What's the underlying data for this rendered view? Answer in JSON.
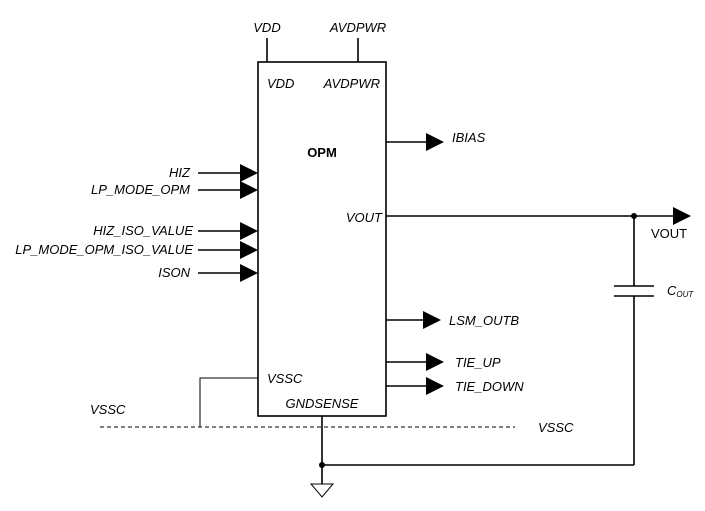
{
  "block": {
    "name": "OPM",
    "pins": {
      "vdd": "VDD",
      "avdpwr": "AVDPWR",
      "vout": "VOUT",
      "vssc": "VSSC",
      "gndsense": "GNDSENSE"
    }
  },
  "supplies": {
    "vdd": "VDD",
    "avdpwr": "AVDPWR"
  },
  "inputs": [
    "HIZ",
    "LP_MODE_OPM",
    "HIZ_ISO_VALUE",
    "LP_MODE_OPM_ISO_VALUE",
    "ISON"
  ],
  "outputs": [
    "IBIAS",
    "LSM_OUTB",
    "TIE_UP",
    "TIE_DOWN"
  ],
  "vout_net": "VOUT",
  "capacitor": {
    "label": "C",
    "subscript": "OUT"
  },
  "vssc_rail": {
    "left": "VSSC",
    "right": "VSSC"
  }
}
